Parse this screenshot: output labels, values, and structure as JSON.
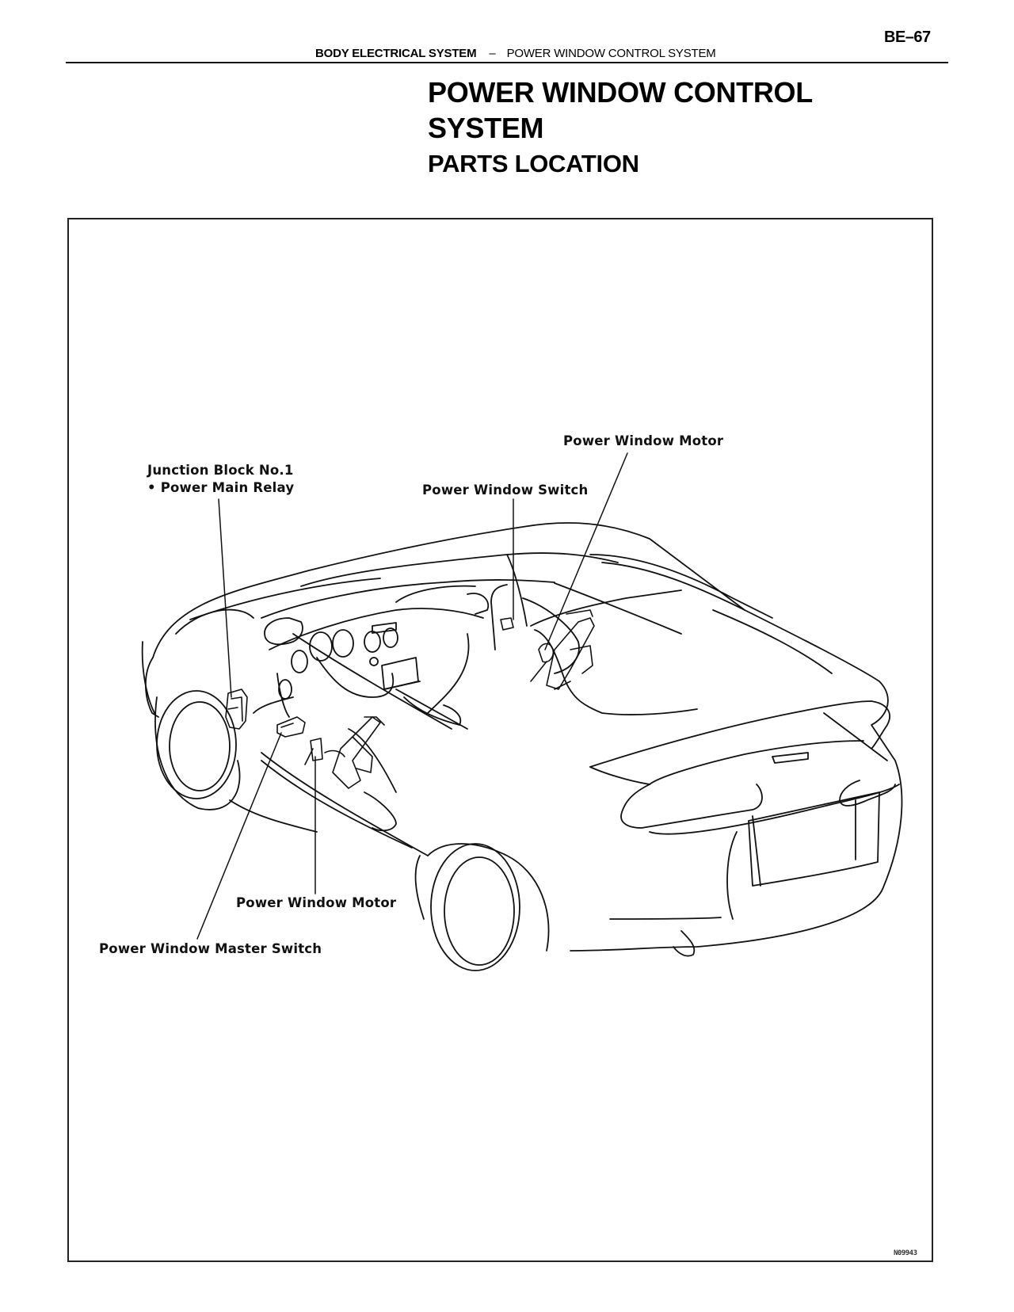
{
  "header": {
    "page_number": "BE–67",
    "section": "BODY ELECTRICAL SYSTEM",
    "separator": "–",
    "subsection": "POWER WINDOW CONTROL SYSTEM"
  },
  "title": {
    "line1": "POWER WINDOW CONTROL",
    "line2": "SYSTEM",
    "line3": "PARTS LOCATION"
  },
  "figure": {
    "description": "Vehicle cutaway illustration showing power window component locations",
    "callouts": {
      "junction_block": "Junction Block No.1",
      "power_main_relay": "•  Power Main Relay",
      "pw_switch": "Power Window Switch",
      "pw_motor_rear": "Power Window Motor",
      "pw_motor_front": "Power Window Motor",
      "pw_master_switch": "Power Window Master Switch"
    },
    "code": "N09943"
  }
}
